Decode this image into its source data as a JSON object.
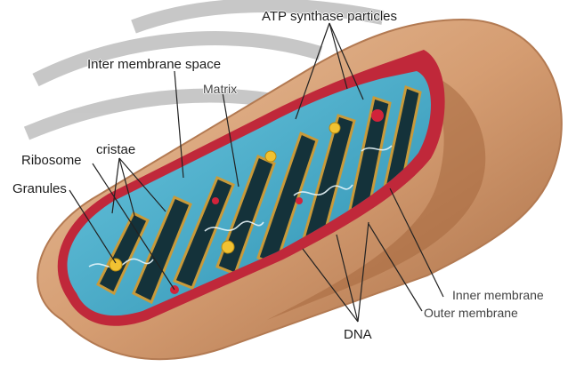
{
  "labels": {
    "atp_synthase": "ATP synthase particles",
    "intermembrane_space": "Inter membrane space",
    "matrix": "Matrix",
    "cristae": "cristae",
    "ribosome": "Ribosome",
    "granules": "Granules",
    "inner_membrane": "Inner membrane",
    "outer_membrane": "Outer membrane",
    "dna": "DNA"
  },
  "colors": {
    "outer_membrane": "#d8a27a",
    "inner_membrane": "#c0283a",
    "matrix": "#3ba7c6",
    "cristae": "#c89a3a",
    "dark_band": "#14323a",
    "granule": "#f1c232",
    "ribosome": "#d2233a",
    "watermark": "#9a9a9a"
  }
}
